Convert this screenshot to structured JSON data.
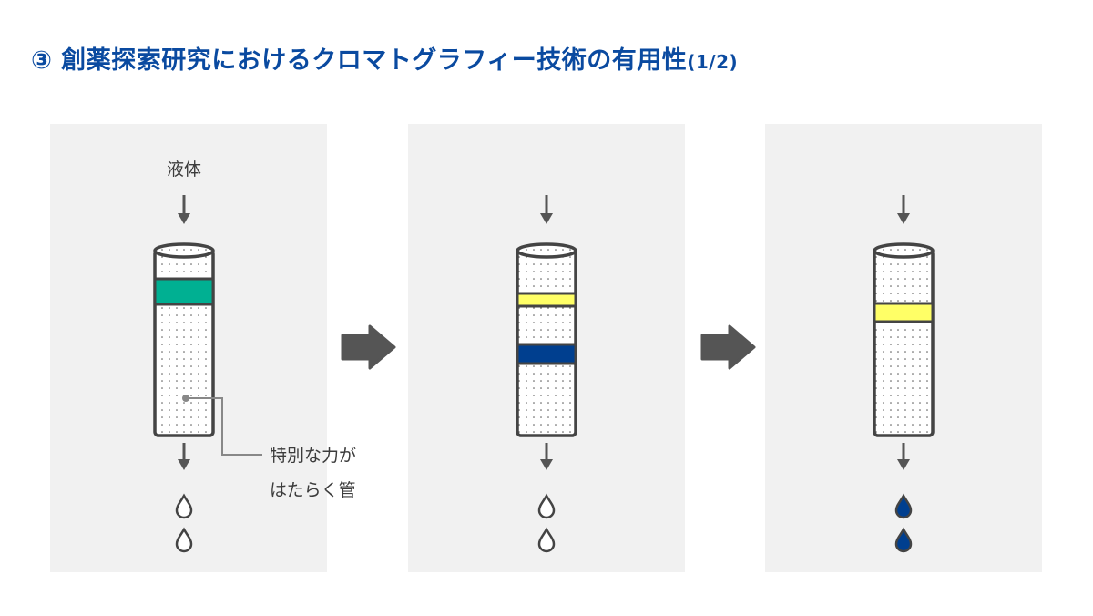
{
  "title": {
    "main": "③ 創薬探索研究におけるクロマトグラフィー技術の有用性",
    "suffix": "(1/2)"
  },
  "panels": [
    {
      "input_label": "液体",
      "bands": [
        {
          "color": "#00b092"
        }
      ],
      "drops_color": "#ffffff",
      "callout": {
        "line1": "特別な力が",
        "line2": "はたらく管"
      }
    },
    {
      "bands": [
        {
          "color": "#ffff66"
        },
        {
          "color": "#003f8f"
        }
      ],
      "drops_color": "#ffffff"
    },
    {
      "bands": [
        {
          "color": "#ffff66"
        }
      ],
      "drops_color": "#003f8f"
    }
  ],
  "colors": {
    "title": "#0a4aa0",
    "panel_bg": "#f1f1f1",
    "stroke": "#444444",
    "arrow": "#555555"
  }
}
